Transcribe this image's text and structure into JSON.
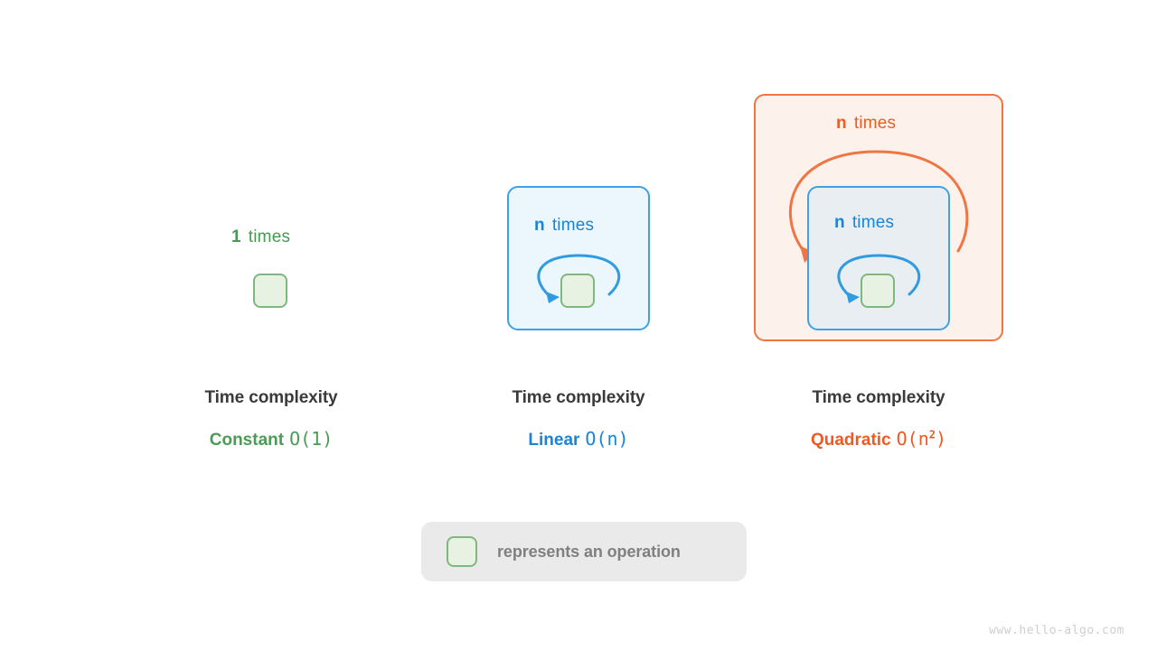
{
  "diagram": {
    "title_watermark": "www.hello-algo.com",
    "legend": {
      "swatch_name": "operation-square",
      "text": "represents an operation",
      "swatch_fill": "#e7f2e3",
      "swatch_border": "#7fb87f",
      "background": "#eaeaea"
    },
    "panels": [
      {
        "id": "constant",
        "loop_labels": [
          {
            "count": "1",
            "unit": "times",
            "color": "#479a52"
          }
        ],
        "caption": {
          "title": "Time complexity",
          "name": "Constant",
          "notation": "O(1)",
          "exponent": "",
          "color": "#4a9c54"
        }
      },
      {
        "id": "linear",
        "loop_labels": [
          {
            "count": "n",
            "unit": "times",
            "color": "#1a84d6"
          }
        ],
        "caption": {
          "title": "Time complexity",
          "name": "Linear",
          "notation": "O(n)",
          "exponent": "",
          "color": "#1a84d6"
        }
      },
      {
        "id": "quadratic",
        "loop_labels": [
          {
            "count": "n",
            "unit": "times",
            "color": "#ee5c20"
          },
          {
            "count": "n",
            "unit": "times",
            "color": "#1a84d6"
          }
        ],
        "caption": {
          "title": "Time complexity",
          "name": "Quadratic",
          "notation": "O(n",
          "exponent": "2",
          "notation_close": ")",
          "color": "#f05a22"
        }
      }
    ]
  }
}
